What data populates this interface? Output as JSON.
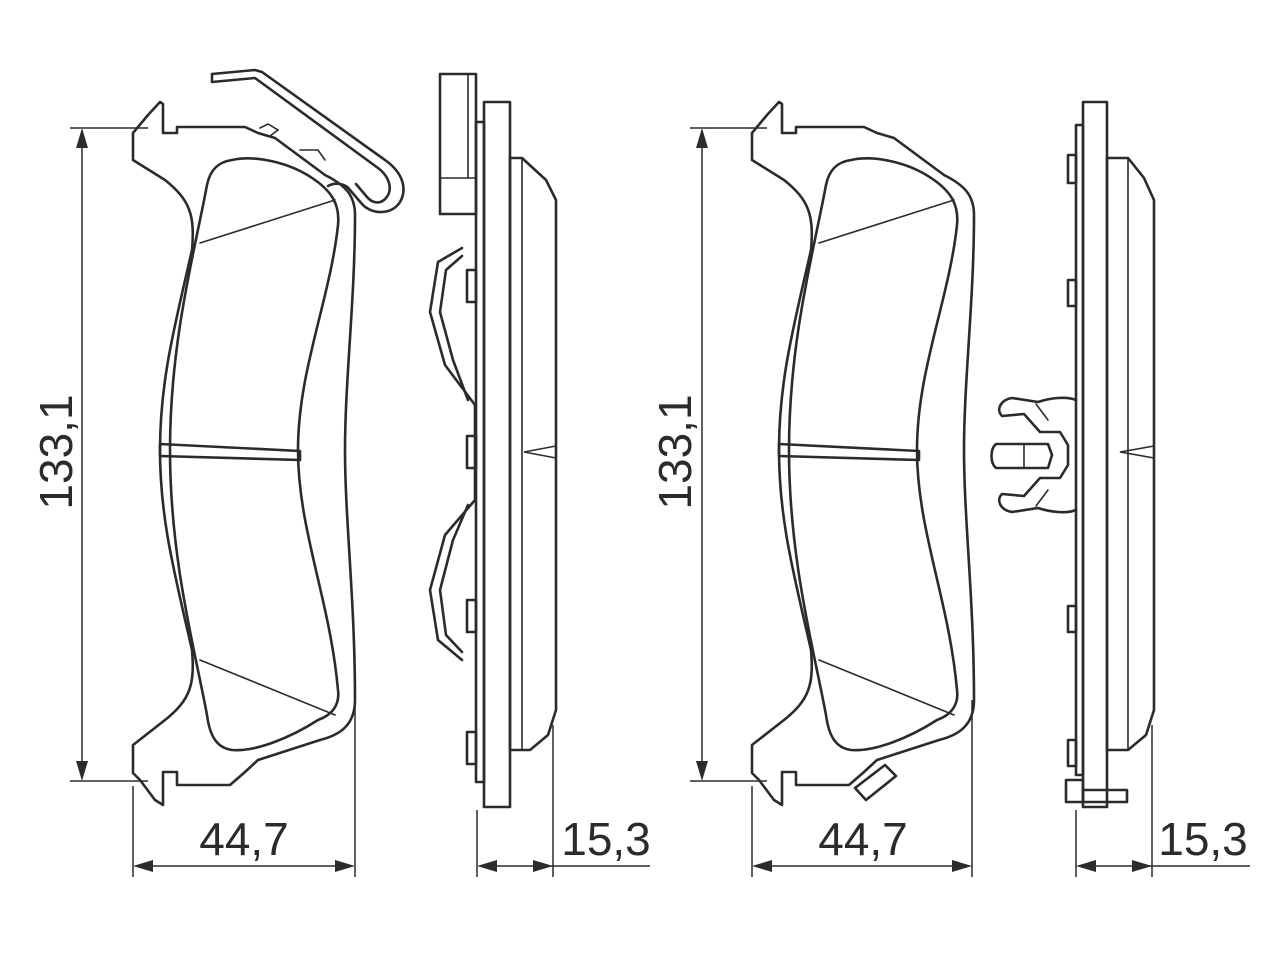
{
  "dimensions": {
    "left_pad": {
      "height": "133,1",
      "width": "44,7",
      "thickness": "15,3"
    },
    "right_pad": {
      "height": "133,1",
      "width": "44,7",
      "thickness": "15,3"
    }
  },
  "line_color": "#2b2b2b"
}
